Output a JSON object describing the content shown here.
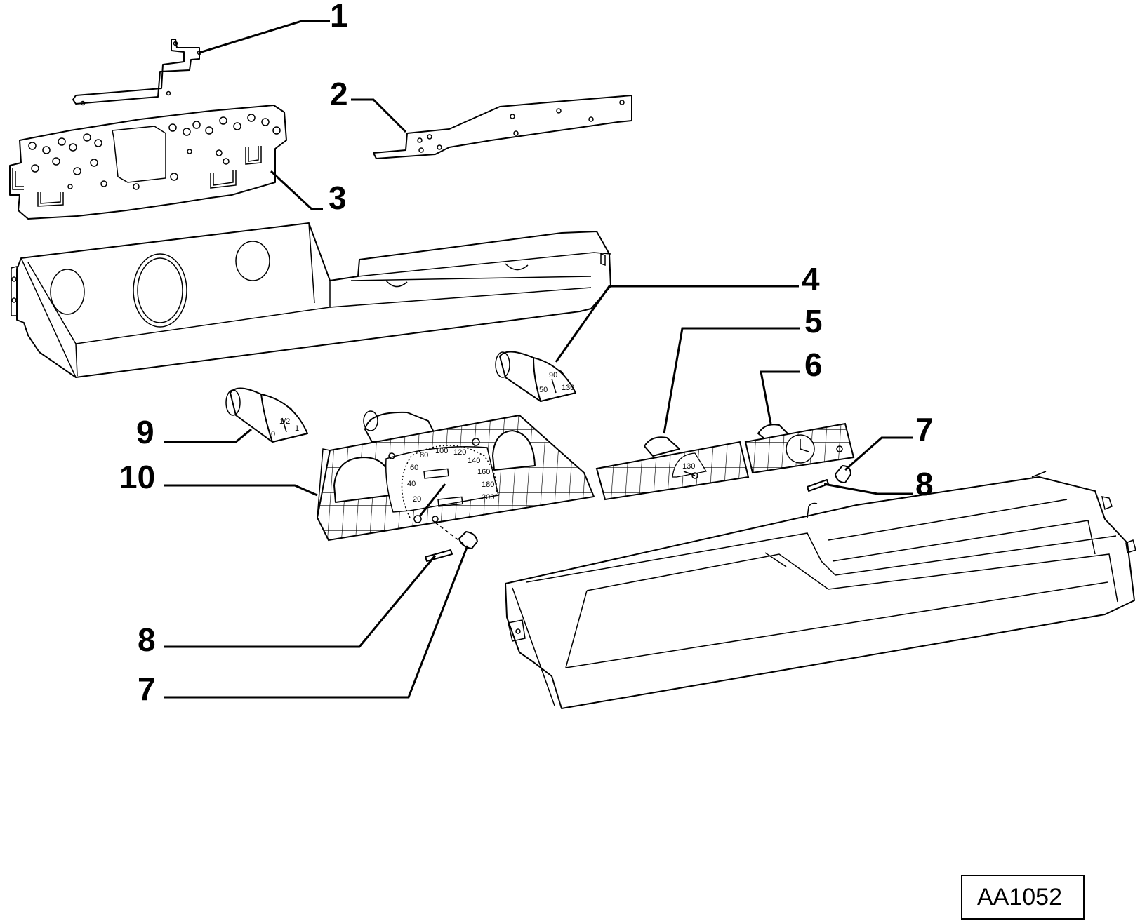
{
  "diagram": {
    "reference_code": "AA1052",
    "callouts": [
      {
        "id": "c1",
        "label": "1"
      },
      {
        "id": "c2",
        "label": "2"
      },
      {
        "id": "c3",
        "label": "3"
      },
      {
        "id": "c4",
        "label": "4"
      },
      {
        "id": "c5",
        "label": "5"
      },
      {
        "id": "c6",
        "label": "6"
      },
      {
        "id": "c7a",
        "label": "7"
      },
      {
        "id": "c8a",
        "label": "8"
      },
      {
        "id": "c9",
        "label": "9"
      },
      {
        "id": "c10",
        "label": "10"
      },
      {
        "id": "c8b",
        "label": "8"
      },
      {
        "id": "c7b",
        "label": "7"
      }
    ],
    "speedometer_scale": [
      "20",
      "40",
      "60",
      "80",
      "100",
      "120",
      "140",
      "160",
      "180",
      "200"
    ],
    "small_gauge_marks": {
      "gauge4": [
        "50",
        "90",
        "130"
      ],
      "gauge9": [
        "0",
        "1/2",
        "1"
      ],
      "gauge5": [
        "130"
      ]
    }
  }
}
